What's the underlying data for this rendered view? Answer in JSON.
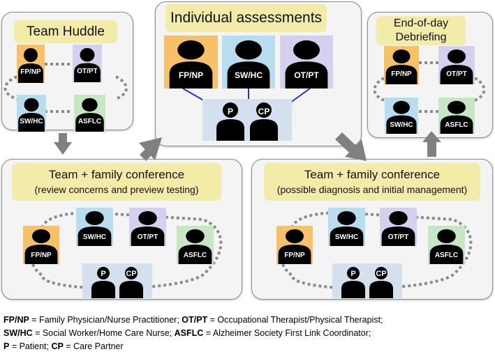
{
  "panels": {
    "huddle": {
      "title": "Team Huddle"
    },
    "individual": {
      "title": "Individual assessments"
    },
    "debrief": {
      "title_line1": "End-of-day",
      "title_line2": "Debriefing"
    },
    "conference1": {
      "title_line1": "Team + family conference",
      "title_line2": "(review concerns and preview testing)"
    },
    "conference2": {
      "title_line1": "Team + family conference",
      "title_line2": "(possible diagnosis and initial management)"
    }
  },
  "roles": {
    "fpnp": "FP/NP",
    "othp": "OT/PT",
    "swhc": "SW/HC",
    "asflc": "ASFLC",
    "p": "P",
    "cp": "CP"
  },
  "colors": {
    "fpnp": "#f7c267",
    "othp": "#d6d0ee",
    "swhc": "#b8dcf0",
    "asflc": "#c6e6c4",
    "family": "#d5e0ef",
    "title_bg": "#f3eba8",
    "panel_bg": "#f4f4f4",
    "arrow": "#808080",
    "link_line": "#2233cc"
  },
  "legend": {
    "line1": [
      {
        "abbr": "FP/NP",
        "desc": " = Family Physician/Nurse Practitioner; "
      },
      {
        "abbr": "OT/PT",
        "desc": " = Occupational Therapist/Physical Therapist;"
      }
    ],
    "line2": [
      {
        "abbr": "SW/HC",
        "desc": " = Social Worker/Home Care Nurse; "
      },
      {
        "abbr": "ASFLC",
        "desc": " = Alzheimer Society First Link Coordinator;"
      }
    ],
    "line3": [
      {
        "abbr": "P",
        "desc": " = Patient; "
      },
      {
        "abbr": "CP",
        "desc": " = Care Partner"
      }
    ]
  }
}
